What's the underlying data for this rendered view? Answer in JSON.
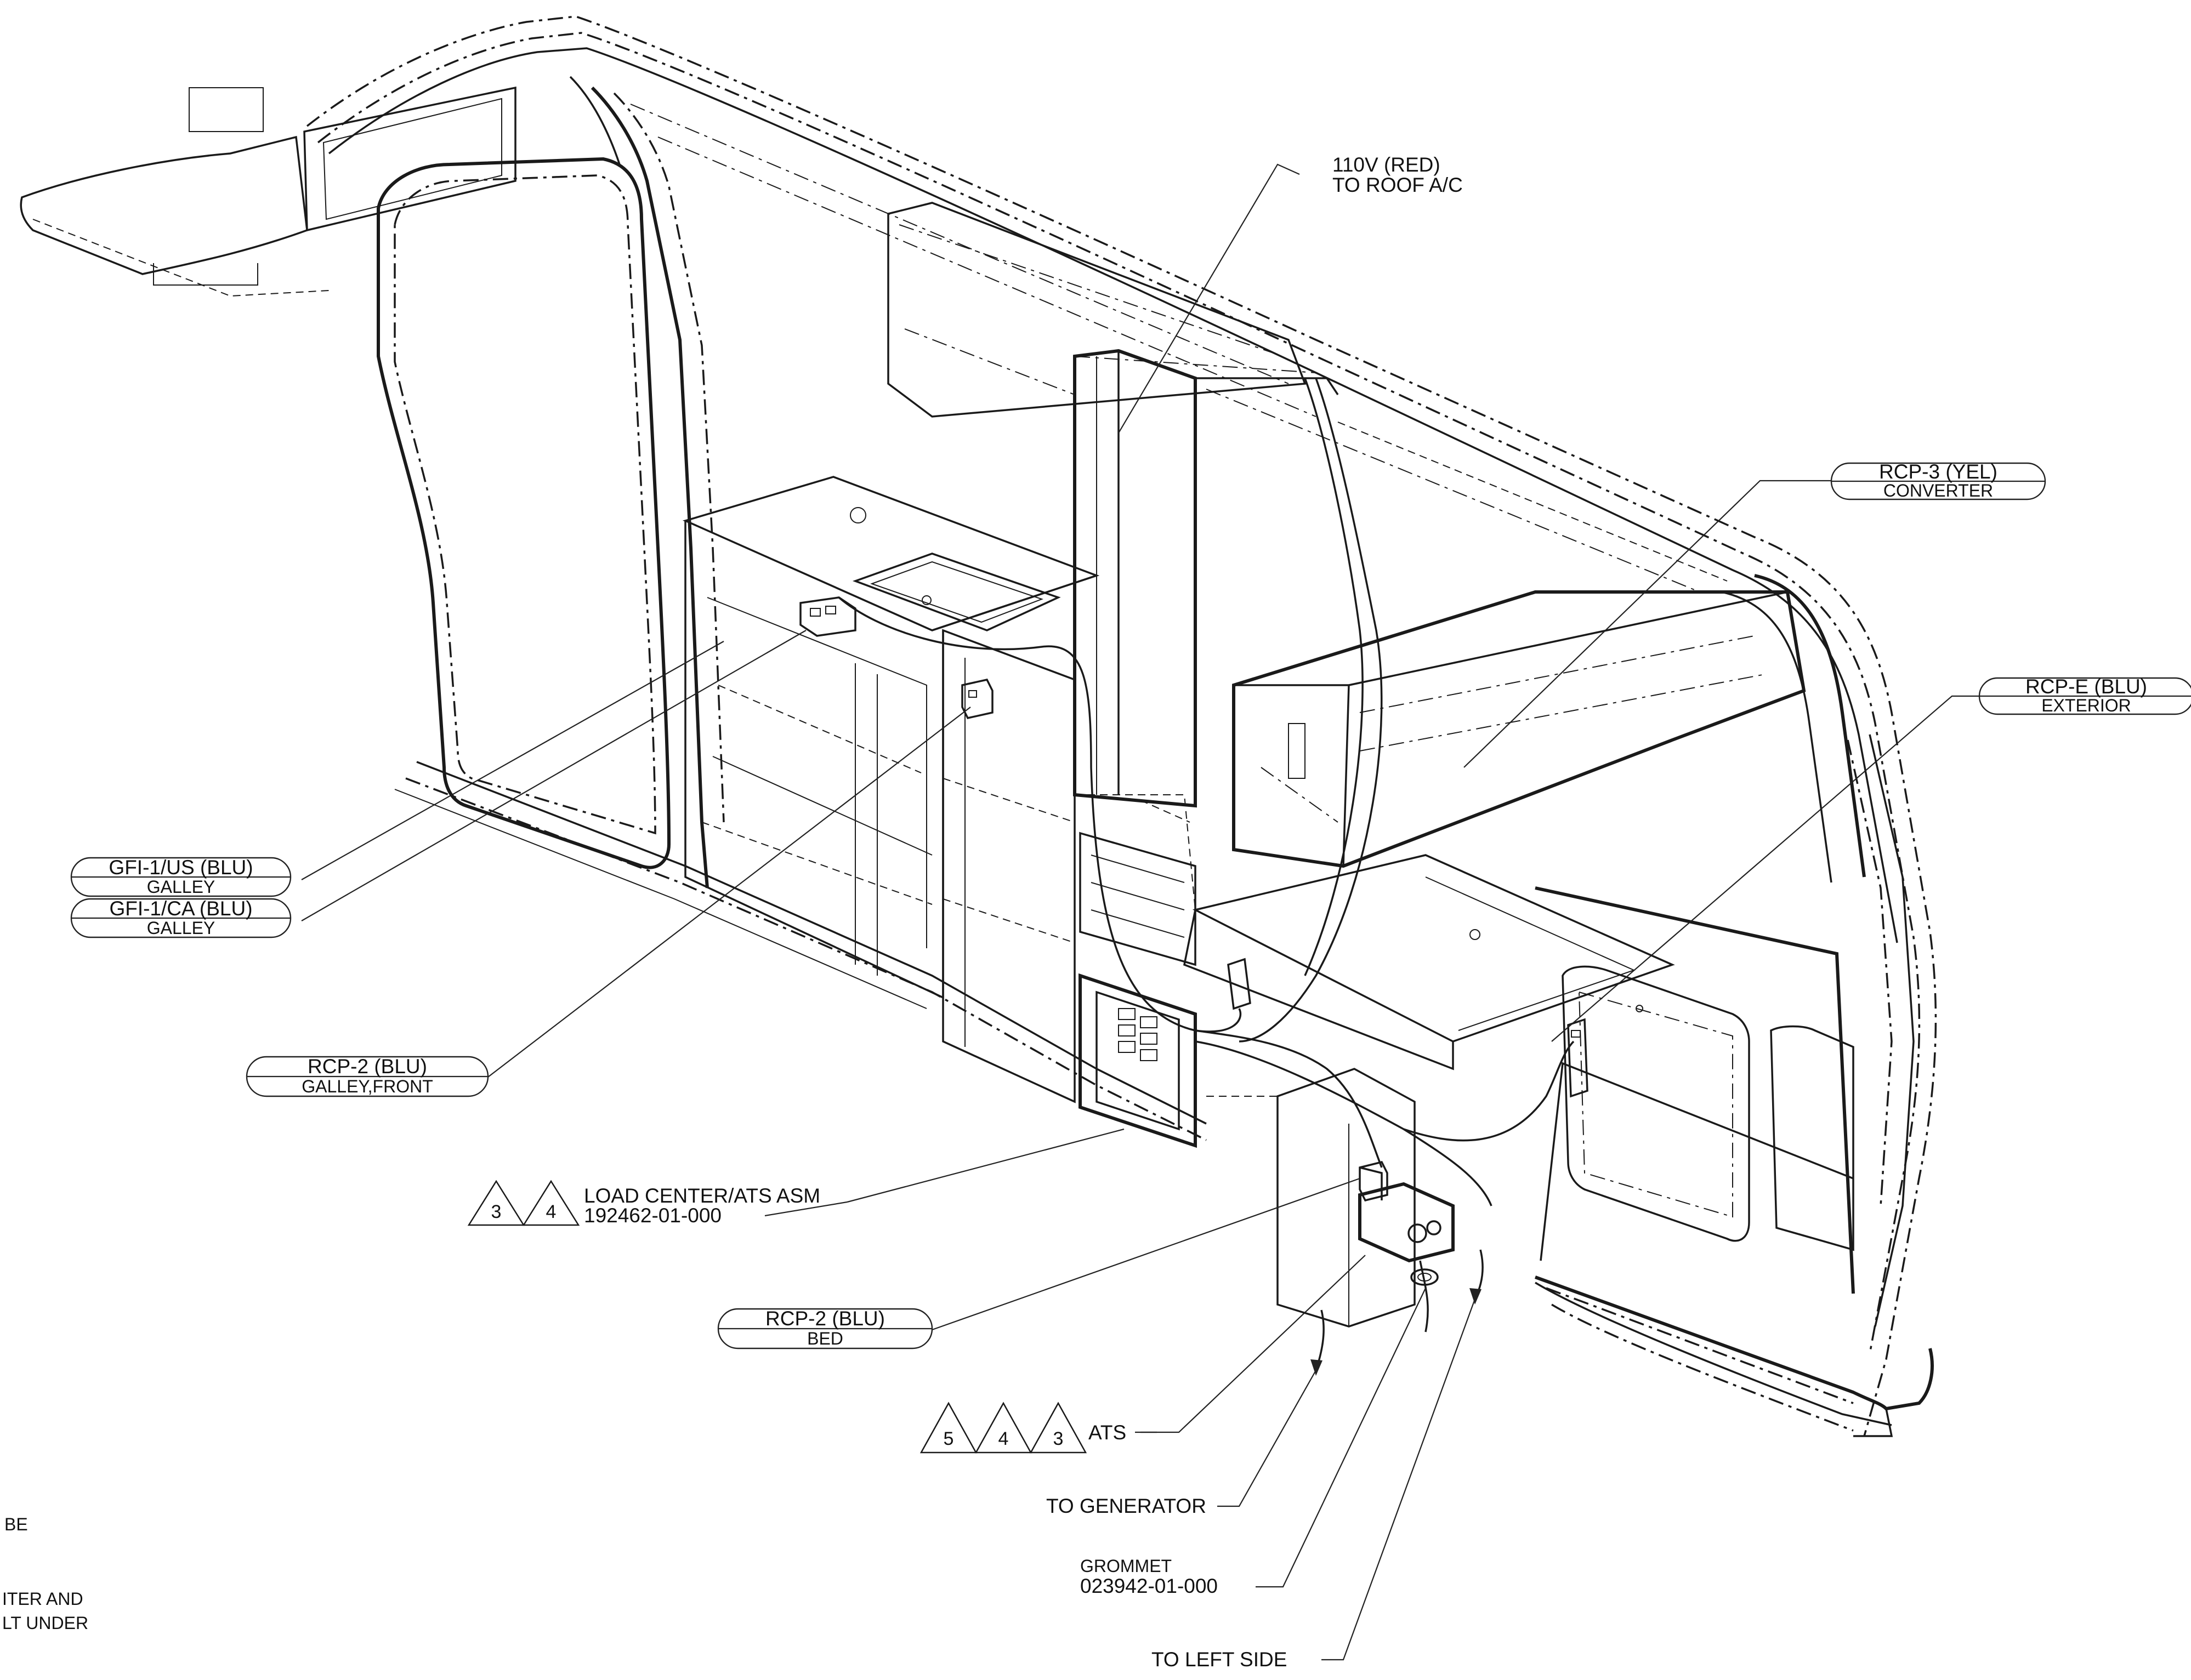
{
  "labels": {
    "roof_ac_line1": "110V (RED)",
    "roof_ac_line2": "TO ROOF A/C",
    "rcp3_top": "RCP-3 (YEL)",
    "rcp3_bottom": "CONVERTER",
    "rcpe_top": "RCP-E (BLU)",
    "rcpe_bottom": "EXTERIOR",
    "gfi_us_top": "GFI-1/US (BLU)",
    "gfi_us_bottom": "GALLEY",
    "gfi_ca_top": "GFI-1/CA (BLU)",
    "gfi_ca_bottom": "GALLEY",
    "rcp2_front_top": "RCP-2 (BLU)",
    "rcp2_front_bottom": "GALLEY,FRONT",
    "load_center_line1": "LOAD CENTER/ATS ASM",
    "load_center_line2": "192462-01-000",
    "rcp2_bed_top": "RCP-2 (BLU)",
    "rcp2_bed_bottom": "BED",
    "ats": "ATS",
    "to_generator": "TO GENERATOR",
    "grommet_line1": "GROMMET",
    "grommet_line2": "023942-01-000",
    "to_left_side": "TO LEFT SIDE",
    "note_frag1": "BE",
    "note_frag2": "ITER AND",
    "note_frag3": "LT UNDER"
  },
  "flag_notes": {
    "load_center": [
      "3",
      "4"
    ],
    "ats": [
      "5",
      "4",
      "3"
    ]
  }
}
